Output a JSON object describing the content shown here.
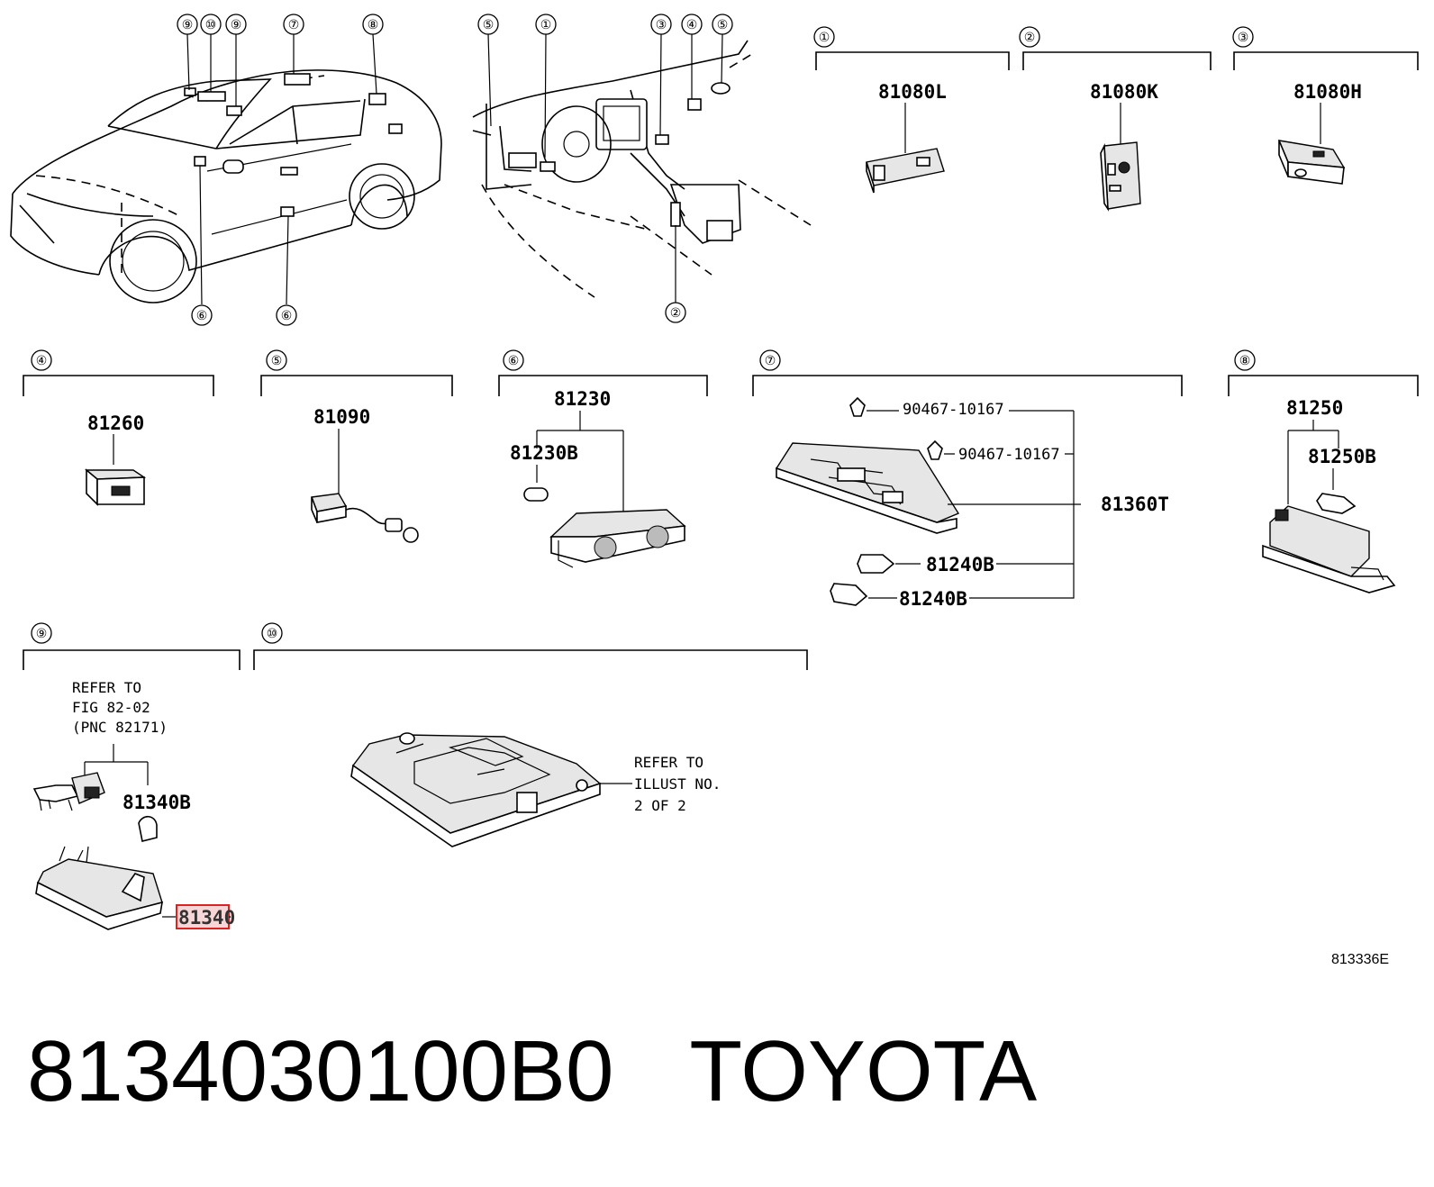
{
  "callouts": {
    "c1": "①",
    "c2": "②",
    "c3": "③",
    "c4": "④",
    "c5": "⑤",
    "c6": "⑥",
    "c7": "⑦",
    "c8": "⑧",
    "c9": "⑨",
    "c10": "⑩"
  },
  "parts": {
    "p81080L": "81080L",
    "p81080K": "81080K",
    "p81080H": "81080H",
    "p81260": "81260",
    "p81090": "81090",
    "p81230": "81230",
    "p81230B": "81230B",
    "p90467": "90467-10167",
    "p81360T": "81360T",
    "p81240B": "81240B",
    "p81250": "81250",
    "p81250B": "81250B",
    "p81340B": "81340B",
    "p81340": "81340"
  },
  "notes": {
    "refer_fig": [
      "REFER TO",
      "FIG 82-02",
      "(PNC 82171)"
    ],
    "refer_illust": [
      "REFER TO",
      "ILLUST NO.",
      "2 OF 2"
    ]
  },
  "illustration_number": "813336E",
  "footer": {
    "part_number": "8134030100B0",
    "brand": "TOYOTA"
  }
}
